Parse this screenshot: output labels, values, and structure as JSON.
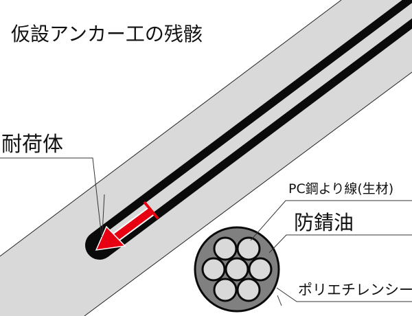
{
  "title": "仮設アンカー工の残骸",
  "labels": {
    "load_body": "耐荷体",
    "pc_strand": "PC鋼より線(生材)",
    "rust_oil": "防錆油",
    "pe_sheath": "ポリエチレンシース"
  },
  "colors": {
    "ground": "#d9d9d9",
    "tube": "#0a0a0a",
    "arrow": "#e60012",
    "oil": "#808080",
    "strand": "#d9d9d9"
  }
}
